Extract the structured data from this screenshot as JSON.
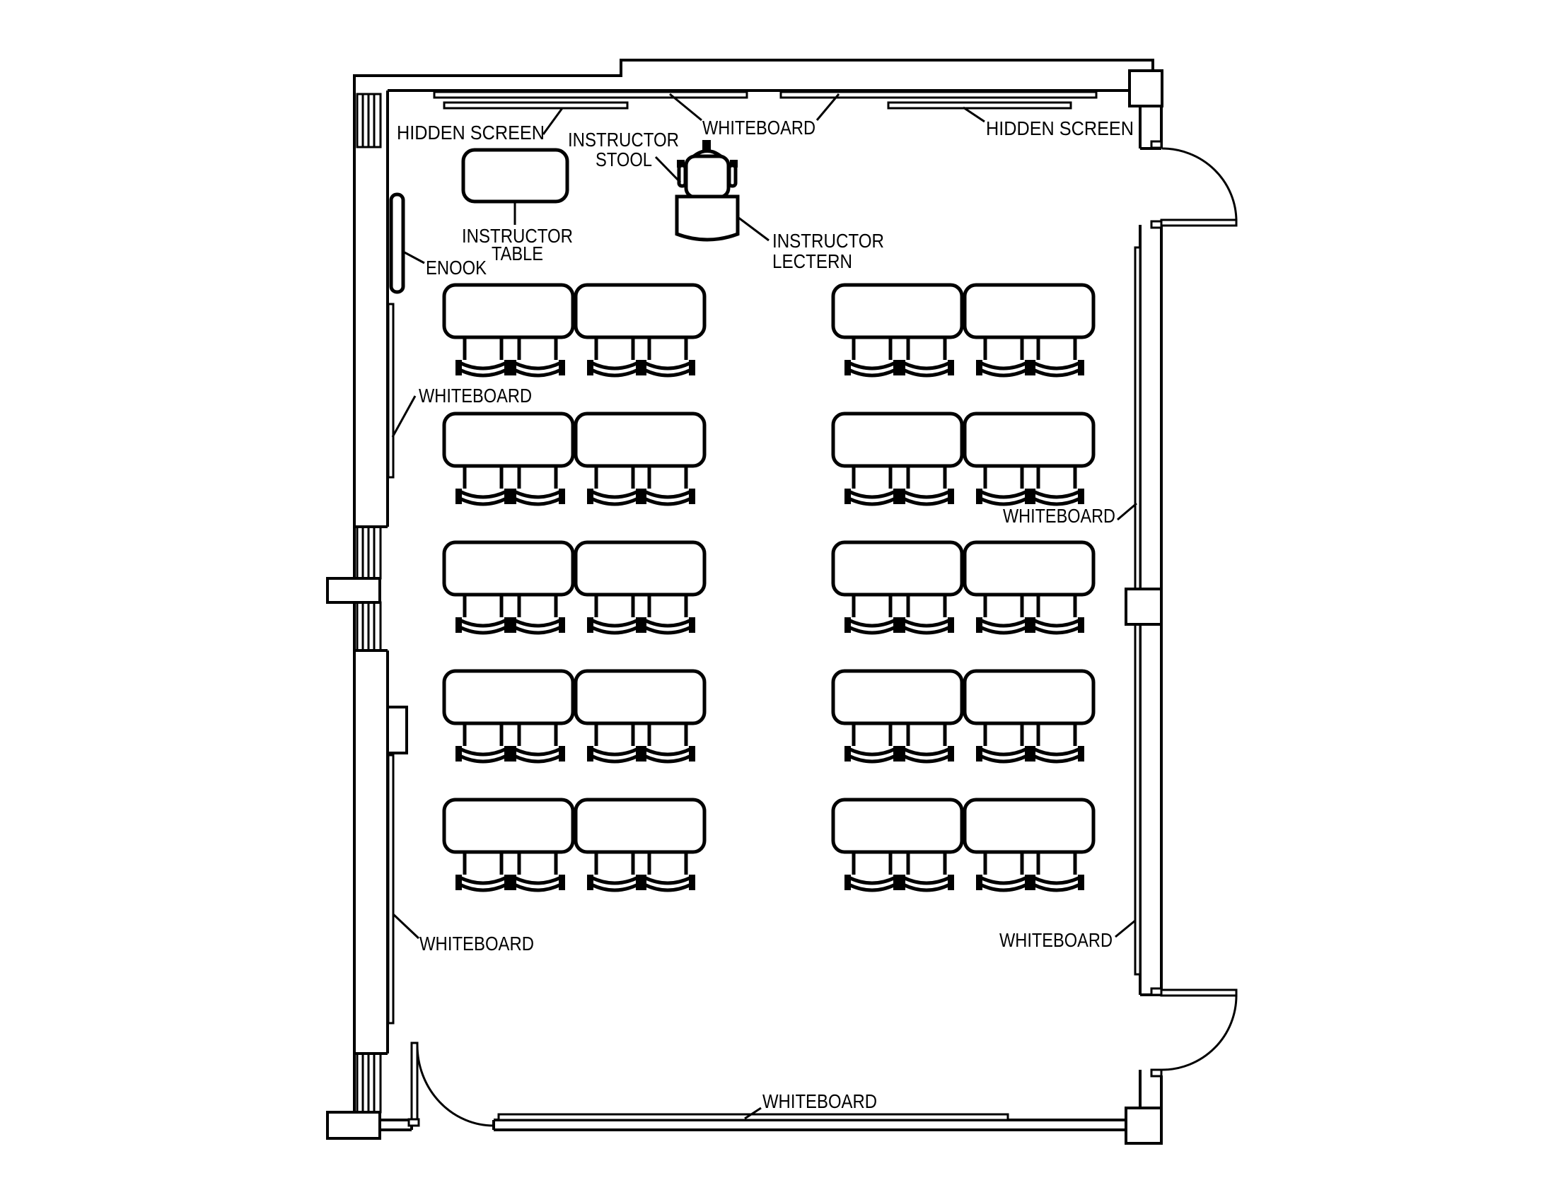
{
  "diagram": {
    "type": "floor_plan",
    "subject": "classroom seating and equipment plan",
    "background_color": "#ffffff",
    "line_color": "#000000",
    "labels": {
      "hidden_screen_left": "HIDDEN SCREEN",
      "hidden_screen_right": "HIDDEN SCREEN",
      "whiteboard_top": "WHITEBOARD",
      "whiteboard_left": "WHITEBOARD",
      "whiteboard_right": "WHITEBOARD",
      "whiteboard_bottom_left": "WHITEBOARD",
      "whiteboard_bottom_right": "WHITEBOARD",
      "whiteboard_bottom_center": "WHITEBOARD",
      "instructor_stool_line1": "INSTRUCTOR",
      "instructor_stool_line2": "STOOL",
      "instructor_table_line1": "INSTRUCTOR",
      "instructor_table_line2": "TABLE",
      "instructor_lectern_line1": "INSTRUCTOR",
      "instructor_lectern_line2": "LECTERN",
      "enook": "ENOOK"
    },
    "furniture": {
      "student_desk_rows": 5,
      "desk_group_columns": 2,
      "tables_per_group": 2,
      "chairs_per_table": 2,
      "total_student_tables": 20,
      "total_student_chairs": 40,
      "layout": {
        "desk_row_y": [
          403,
          585,
          767,
          949,
          1131
        ],
        "desk_col_x": [
          628,
          1178
        ]
      }
    },
    "equipment": {
      "whiteboards": 5,
      "hidden_screens": 2,
      "doors": 3,
      "enook": 1,
      "instructor_table": 1,
      "instructor_stool": 1,
      "instructor_lectern": 1
    }
  }
}
